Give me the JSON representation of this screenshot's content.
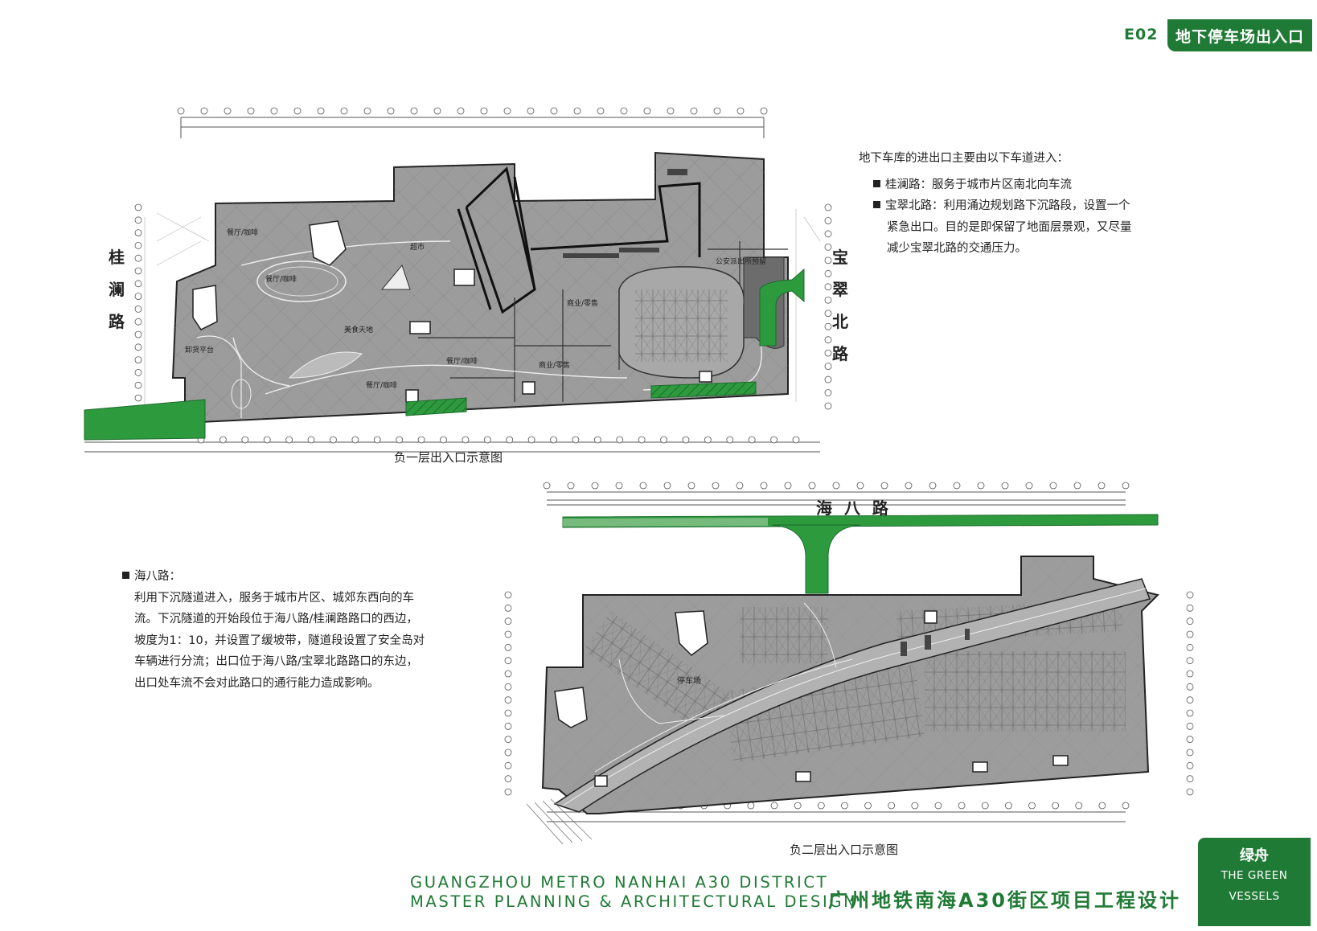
{
  "header": {
    "sheet_code": "E02",
    "sheet_title": "地下停车场出入口"
  },
  "plan_b1": {
    "caption": "负一层出入口示意图",
    "road_west": "桂澜路",
    "road_east": "宝翠北路",
    "labels": {
      "restaurant_1": "餐厅/咖啡",
      "restaurant_2": "餐厅/咖啡",
      "restaurant_3": "餐厅/咖啡",
      "restaurant_4": "餐厅/咖啡",
      "supermarket": "超市",
      "food_court": "美食天地",
      "retail_1": "商业/零售",
      "retail_2": "商业/零售",
      "police": "公安派出所预留",
      "unloading": "卸货平台"
    }
  },
  "plan_b2": {
    "caption": "负二层出入口示意图",
    "road_north": "海 八 路",
    "labels": {
      "parking": "停车场"
    }
  },
  "notes_right": {
    "intro": "地下车库的进出口主要由以下车道进入：",
    "item1": "桂澜路：服务于城市片区南北向车流",
    "item2_line1": "宝翠北路：利用涌边规划路下沉路段，设置一个",
    "item2_line2": "紧急出口。目的是即保留了地面层景观，又尽量",
    "item2_line3": "减少宝翠北路的交通压力。"
  },
  "notes_left": {
    "heading": "海八路：",
    "line1": "利用下沉隧道进入，服务于城市片区、城郊东西向的车",
    "line2": "流。下沉隧道的开始段位于海八路/桂澜路路口的西边，",
    "line3": "坡度为1：10，并设置了缓坡带，隧道段设置了安全岛对",
    "line4": "车辆进行分流；出口位于海八路/宝翠北路路口的东边，",
    "line5": "出口处车流不会对此路口的通行能力造成影响。"
  },
  "footer": {
    "eng_line1": "GUANGZHOU METRO NANHAI A30 DISTRICT",
    "eng_line2": "MASTER PLANNING & ARCHITECTURAL DESIGN",
    "cn_title": "广州地铁南海A30街区项目工程设计",
    "logo_cn": "绿舟",
    "logo_en1": "THE GREEN",
    "logo_en2": "VESSELS"
  },
  "colors": {
    "brand_green": "#1f7a35",
    "ramp_green": "#2e9a3e",
    "floor_gray": "#9c9c9c"
  }
}
